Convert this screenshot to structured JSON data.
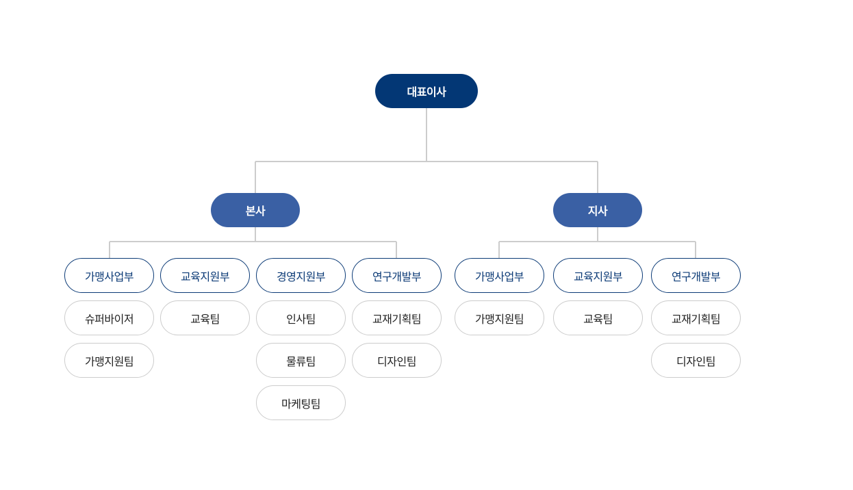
{
  "org": {
    "root": "대표이사",
    "hq": {
      "label": "본사",
      "depts": [
        {
          "label": "가맹사업부",
          "teams": [
            "슈퍼바이저",
            "가맹지원팀"
          ]
        },
        {
          "label": "교육지원부",
          "teams": [
            "교육팀"
          ]
        },
        {
          "label": "경영지원부",
          "teams": [
            "인사팀",
            "물류팀",
            "마케팅팀"
          ]
        },
        {
          "label": "연구개발부",
          "teams": [
            "교재기획팀",
            "디자인팀"
          ]
        }
      ]
    },
    "branch": {
      "label": "지사",
      "depts": [
        {
          "label": "가맹사업부",
          "teams": [
            "가맹지원팀"
          ]
        },
        {
          "label": "교육지원부",
          "teams": [
            "교육팀"
          ]
        },
        {
          "label": "연구개발부",
          "teams": [
            "교재기획팀",
            "디자인팀"
          ]
        }
      ]
    }
  },
  "colors": {
    "root_fill": "#033775",
    "branch_fill": "#3a60a4",
    "dept_border": "#0b3a76",
    "team_border": "#cccccc",
    "connector": "#cccccc"
  }
}
